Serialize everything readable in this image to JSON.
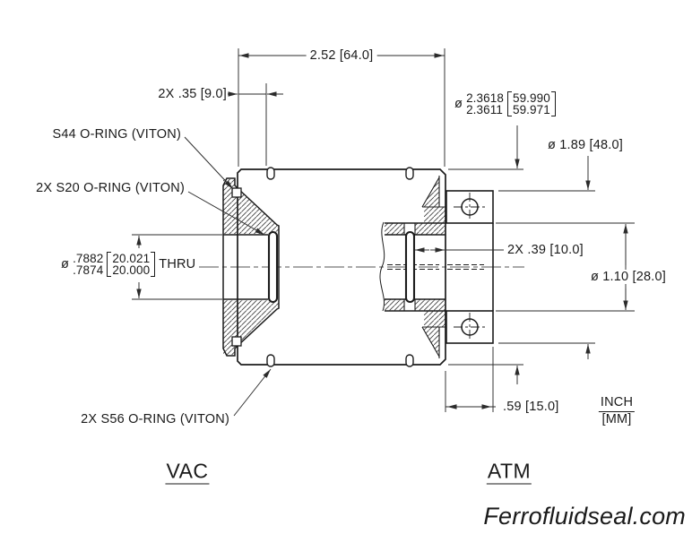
{
  "dimensions": {
    "overall_width": "2.52 [64.0]",
    "face_to_groove_left": "2X .35 [9.0]",
    "body_od": {
      "prefix": "ø",
      "inch_high": "2.3618",
      "inch_low": "2.3611",
      "mm_high": "59.990",
      "mm_low": "59.971"
    },
    "pilot_dia": "ø 1.89 [48.0]",
    "bore": {
      "prefix": "ø",
      "inch_high": ".7882",
      "inch_low": ".7874",
      "mm_high": "20.021",
      "mm_low": "20.000",
      "suffix": "THRU"
    },
    "face_to_groove_right": "2X .39 [10.0]",
    "shaft_dia": "ø 1.10 [28.0]",
    "hub_length": ".59 [15.0]"
  },
  "callouts": {
    "s44": "S44 O-RING (VITON)",
    "s20": "2X S20 O-RING (VITON)",
    "s56": "2X S56 O-RING (VITON)"
  },
  "labels": {
    "vacuum_side": "VAC",
    "atmosphere_side": "ATM",
    "units_numerator": "INCH",
    "units_denominator": "[MM]",
    "watermark": "Ferrofluidseal.com"
  },
  "colors": {
    "line": "#1c1c1c",
    "dimension": "#2b2b2b",
    "background": "#ffffff"
  }
}
